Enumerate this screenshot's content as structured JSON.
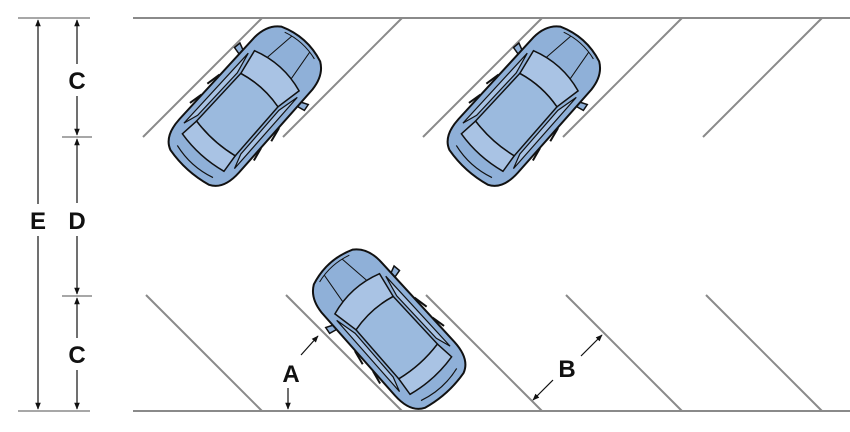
{
  "labels": {
    "a": "A",
    "b": "B",
    "c_top": "C",
    "c_bottom": "C",
    "d": "D",
    "e": "E"
  },
  "colors": {
    "line": "#8a8a8a",
    "ink": "#111111",
    "car_body": "#8fb0d8",
    "car_glass": "#a9c3e4",
    "car_outline": "#111111"
  }
}
